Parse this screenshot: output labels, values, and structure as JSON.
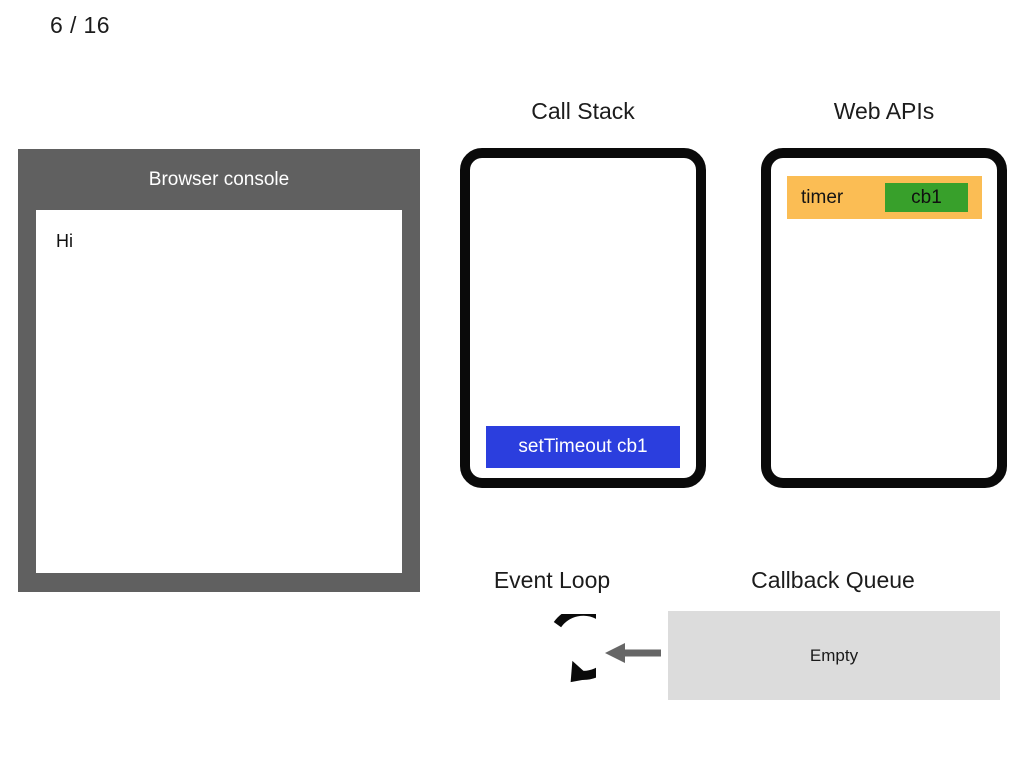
{
  "slide": {
    "counter": "6 / 16"
  },
  "console": {
    "title": "Browser console",
    "lines": [
      "Hi"
    ]
  },
  "call_stack": {
    "heading": "Call Stack",
    "frames": [
      {
        "label": "setTimeout cb1",
        "color": "#2b3ede"
      }
    ]
  },
  "web_apis": {
    "heading": "Web APIs",
    "entries": [
      {
        "label": "timer",
        "callback": "cb1",
        "bar_color": "#fbbd54",
        "callback_color": "#38a02b"
      }
    ]
  },
  "event_loop": {
    "heading": "Event Loop",
    "icon": "circular-arrow-icon",
    "arrow": "left-arrow-icon",
    "arrow_color": "#666666"
  },
  "callback_queue": {
    "heading": "Callback Queue",
    "status": "Empty",
    "box_color": "#dcdcdc"
  }
}
